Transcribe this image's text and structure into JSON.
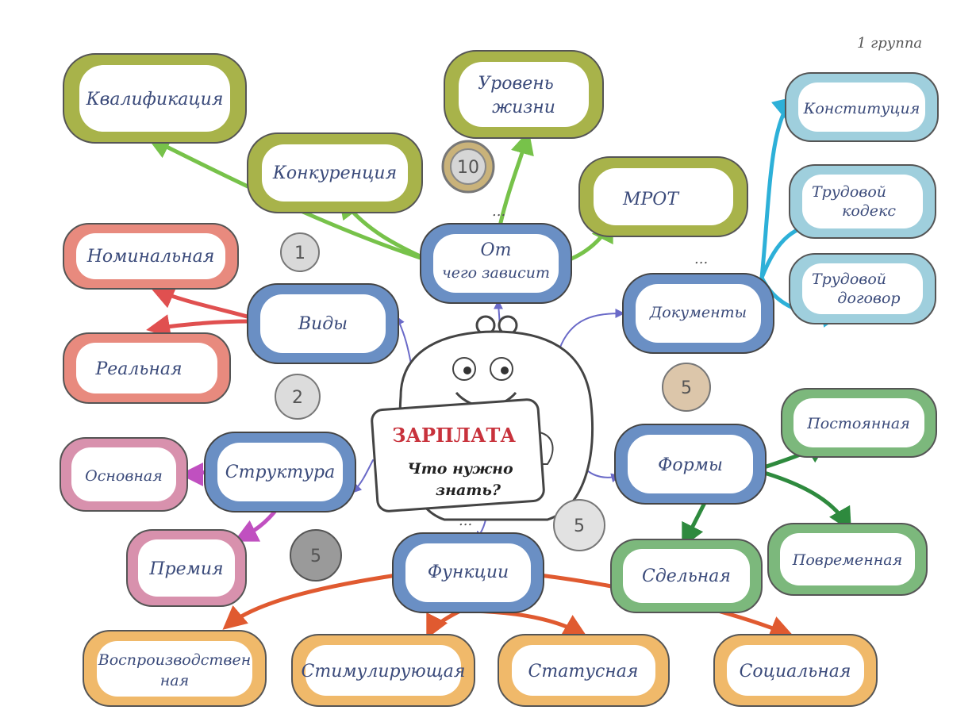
{
  "colors": {
    "olive": "#a8b34a",
    "blue": "#5a7fb5",
    "teal": "#7fb8c9",
    "red": "#d9665c",
    "pink": "#c8708f",
    "orange": "#e0a55a",
    "green": "#5a9a5a",
    "arrow_green": "#77c24a",
    "arrow_cyan": "#2db0d8",
    "arrow_red": "#e05050",
    "arrow_purple": "#6a6ac8",
    "arrow_orange": "#e05a30",
    "arrow_darkgreen": "#2e8a3e",
    "arrow_magenta": "#c050c0"
  },
  "corner_note": "1 группа",
  "center": {
    "title": "ЗАРПЛАТА",
    "subtitle_line1": "Что нужно",
    "subtitle_line2": "знать?"
  },
  "categories": {
    "depends": {
      "line1": "От",
      "line2": "чего зависит"
    },
    "kinds": {
      "line1": "Виды"
    },
    "documents": {
      "line1": "Документы"
    },
    "structure": {
      "line1": "Структура"
    },
    "forms": {
      "line1": "Формы"
    },
    "functions": {
      "line1": "Функции"
    }
  },
  "depends_items": {
    "qualification": "Квалификация",
    "competition": "Конкуренция",
    "living_level_1": "Уровень",
    "living_level_2": "жизни",
    "mrot": "МРОТ"
  },
  "documents_items": {
    "constitution": "Конституция",
    "labor_code_1": "Трудовой",
    "labor_code_2": "кодекс",
    "labor_contract_1": "Трудовой",
    "labor_contract_2": "договор"
  },
  "kinds_items": {
    "nominal": "Номинальная",
    "real": "Реальная"
  },
  "structure_items": {
    "base": "Основная",
    "bonus": "Премия"
  },
  "forms_items": {
    "constant": "Постоянная",
    "piece": "Сдельная",
    "time": "Повременная"
  },
  "functions_items": {
    "reproductive_1": "Воспроизводствен",
    "reproductive_2": "ная",
    "stimulating": "Стимулирующая",
    "status": "Статусная",
    "social": "Социальная"
  },
  "coins": {
    "c1": "1",
    "c2": "2",
    "c5a": "5",
    "c5b": "5",
    "c5c": "5",
    "c10": "10"
  },
  "dots": "..."
}
